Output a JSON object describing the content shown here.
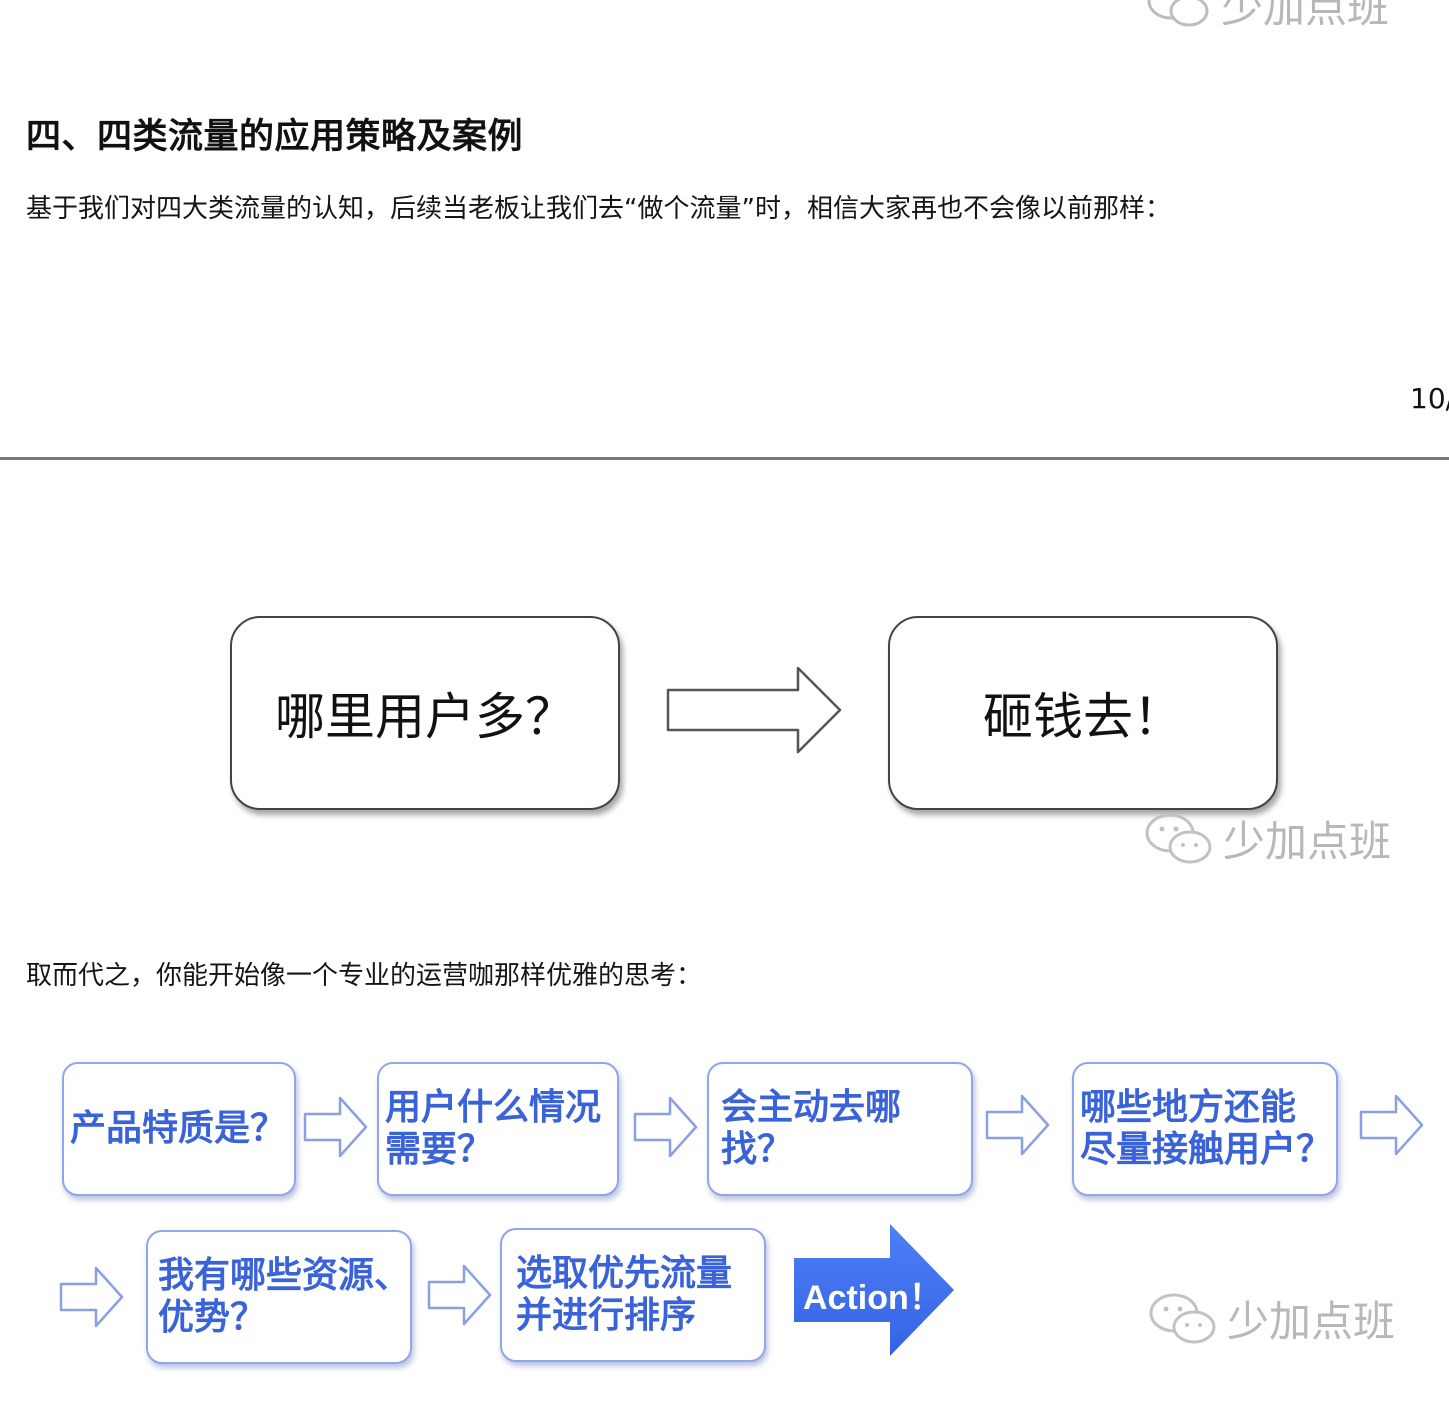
{
  "watermark": {
    "text": "少加点班",
    "icon": "wechat-bubbles-icon"
  },
  "section": {
    "heading": "四、四类流量的应用策略及案例",
    "intro": "基于我们对四大类流量的认知，后续当老板让我们去“做个流量”时，相信大家再也不会像以前那样：",
    "page_number": "10/"
  },
  "diagram1": {
    "box_left": "哪里用户多？",
    "box_right": "砸钱去！"
  },
  "transition": "取而代之，你能开始像一个专业的运营咖那样优雅的思考：",
  "diagram2": {
    "steps": [
      {
        "lines": [
          "产品特质是？"
        ]
      },
      {
        "lines": [
          "用户什么情况",
          "需要？"
        ]
      },
      {
        "lines": [
          "会主动去哪找？"
        ]
      },
      {
        "lines": [
          "哪些地方还能",
          "尽量接触用户？"
        ]
      },
      {
        "lines": [
          "我有哪些资源、",
          "优势？"
        ]
      },
      {
        "lines": [
          "选取优先流量",
          "并进行排序"
        ]
      }
    ],
    "action_label": "Action！",
    "colors": {
      "step_text": "#3b63d9",
      "step_border": "#8fa6ea",
      "action_fill": "#3f6ef0"
    }
  }
}
